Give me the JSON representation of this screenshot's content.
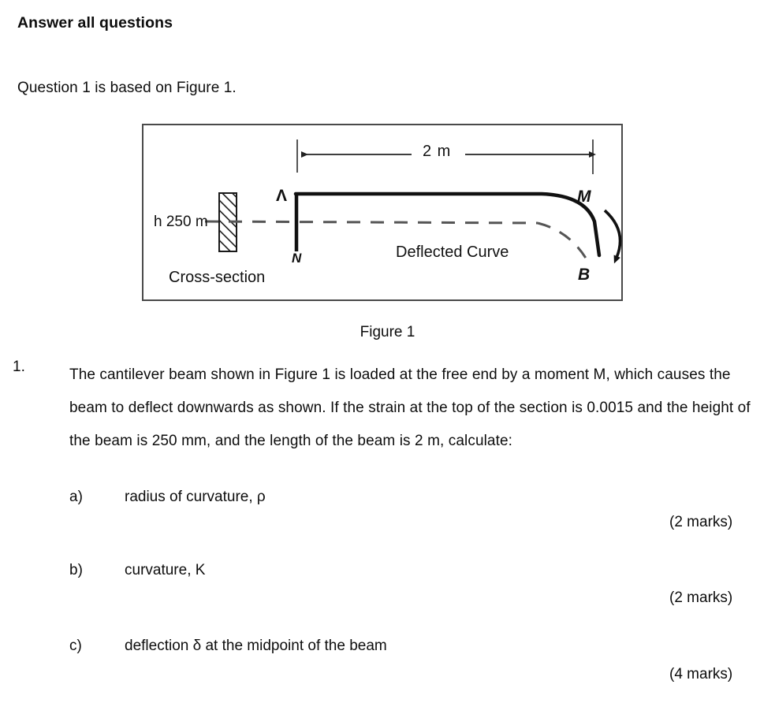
{
  "document": {
    "heading": "Answer all questions",
    "intro": "Question 1 is based on Figure 1.",
    "caption": "Figure 1"
  },
  "figure": {
    "name": "Figure 1",
    "labels": {
      "height_label": "h 250 m",
      "cross_section": "Cross-section",
      "top_fibre": "Λ",
      "neutral_axis_point": "N",
      "span_dimension": "2 m",
      "deflected_curve": "Deflected Curve",
      "moment": "M",
      "free_end": "B"
    },
    "colors": {
      "frame": "#4a4a4a",
      "beam": "#111111",
      "dashed_axis": "#555555"
    }
  },
  "question": {
    "number": "1.",
    "body": "The cantilever beam shown in Figure 1 is loaded at the free end by a moment M, which causes the beam to deflect downwards as shown. If the strain at the top of the section is 0.0015 and the height of the beam is 250 mm, and the length of the beam is 2 m, calculate:",
    "parts": [
      {
        "letter": "a)",
        "text": "radius of curvature, ρ",
        "marks": "(2 marks)"
      },
      {
        "letter": "b)",
        "text": "curvature, K",
        "marks": "(2 marks)"
      },
      {
        "letter": "c)",
        "text": "deflection δ at the midpoint of the beam",
        "marks": "(4 marks)"
      }
    ]
  }
}
